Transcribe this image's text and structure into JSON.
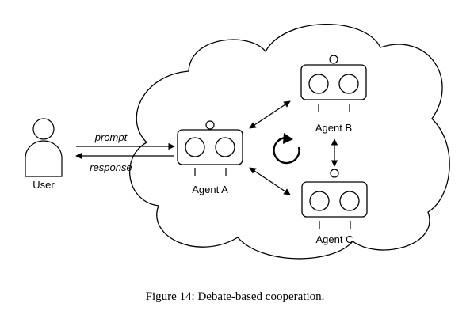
{
  "diagram": {
    "user_label": "User",
    "prompt_label": "prompt",
    "response_label": "response",
    "agents": [
      {
        "id": "a",
        "label": "Agent A"
      },
      {
        "id": "b",
        "label": "Agent B"
      },
      {
        "id": "c",
        "label": "Agent C"
      }
    ],
    "colors": {
      "stroke": "#000000",
      "background": "#ffffff"
    },
    "icons": [
      "user-icon",
      "robot-icon",
      "cycle-arrow-icon",
      "cloud-shape"
    ]
  },
  "caption": "Figure 14: Debate-based cooperation."
}
